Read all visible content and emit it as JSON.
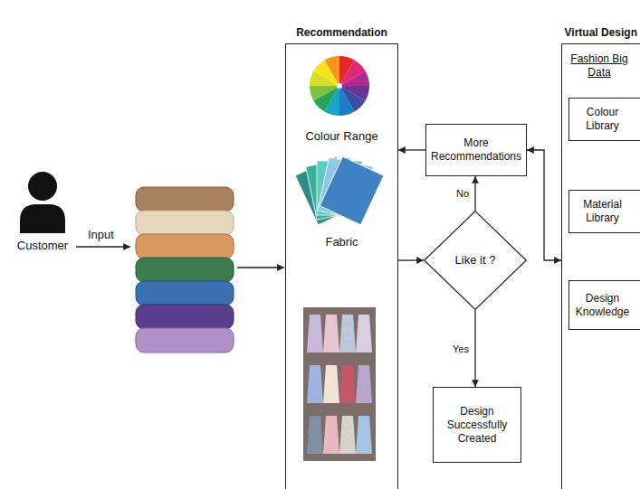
{
  "diagram": {
    "nodes": [
      {
        "text": [
          "Recommendation",
          "Colour Range",
          "Fabric"
        ]
      },
      {
        "text": [
          "More Recommendations"
        ]
      },
      {
        "text": [
          "Like it ?"
        ]
      },
      {
        "text": [
          "Design Successfully Created"
        ]
      },
      {
        "text": [
          "Virtual Design",
          "Fashion Big Data"
        ]
      },
      {
        "text": [
          "Colour Library"
        ],
        "in": 4
      },
      {
        "text": [
          "Material Library"
        ],
        "in": 4
      },
      {
        "text": [
          "Design Knowledge"
        ],
        "in": 4
      }
    ],
    "edges": [
      {
        "from": 0,
        "to": 2,
        "arrow": "to"
      },
      {
        "from": 2,
        "to": 1,
        "label": "No",
        "arrow": "to"
      },
      {
        "from": 2,
        "to": 3,
        "label": "Yes",
        "arrow": "to"
      },
      {
        "from": 1,
        "to": 0,
        "arrow": "to"
      },
      {
        "from": 1,
        "to": 4,
        "arrow": "both"
      }
    ],
    "labels": [
      "Customer",
      "Input"
    ]
  }
}
